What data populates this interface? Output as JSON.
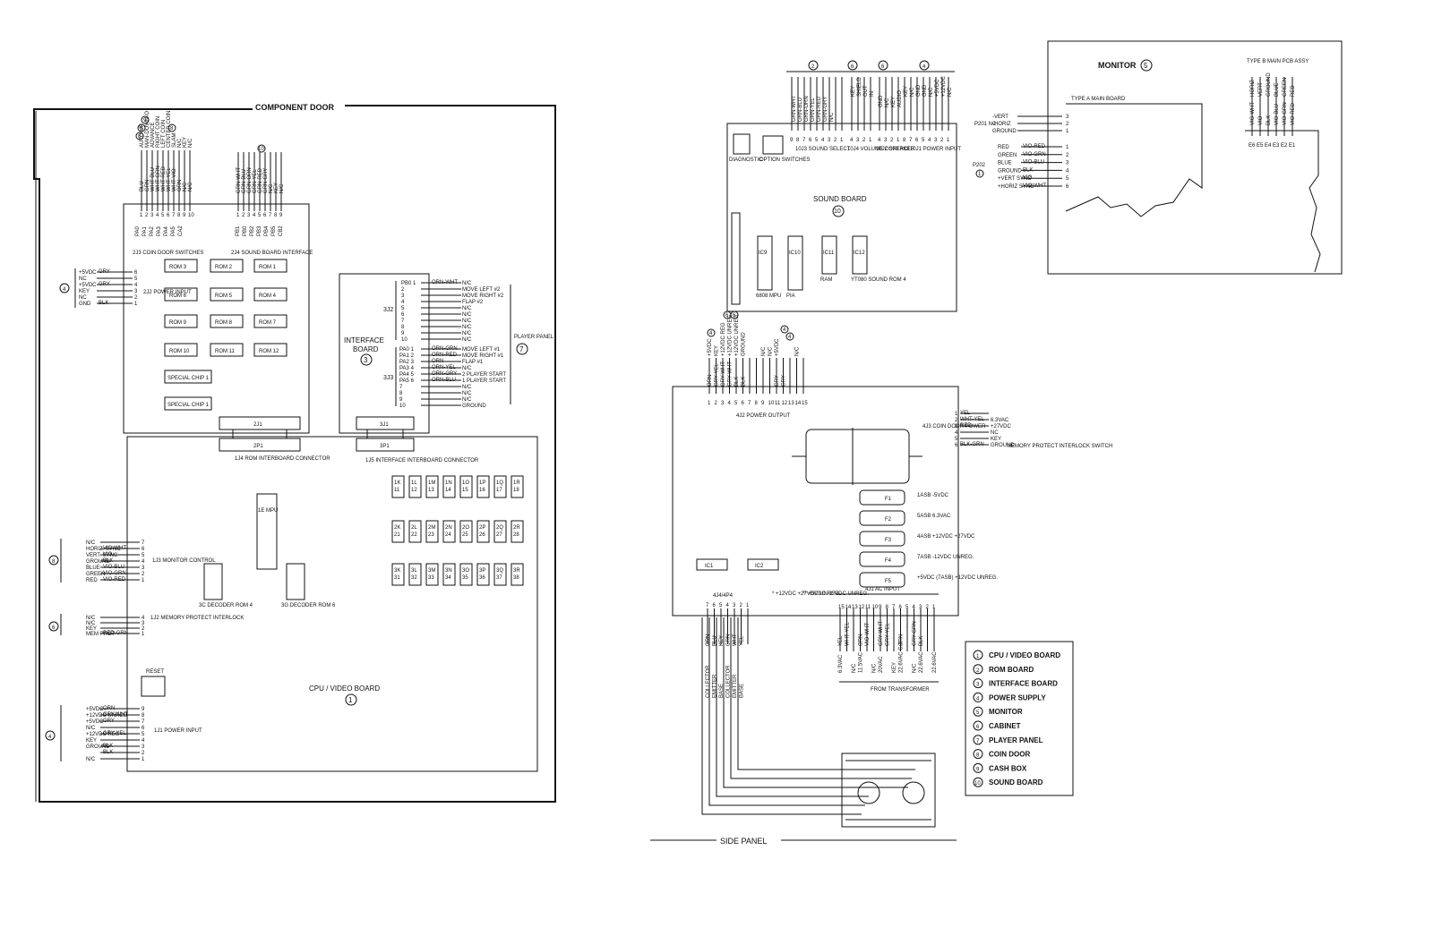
{
  "titles": {
    "component_door": "COMPONENT DOOR",
    "side_panel": "SIDE PANEL",
    "monitor": "MONITOR",
    "monitor_num": "5",
    "type_a": "TYPE A MAIN BOARD",
    "type_b": "TYPE B MAIN PCB ASSY",
    "sound_board": "SOUND BOARD",
    "sound_board_num": "10",
    "cpu_video_board": "CPU / VIDEO BOARD",
    "cpu_num": "1",
    "interface_board_1": "INTERFACE",
    "interface_board_2": "BOARD",
    "interface_num": "3",
    "player_panel": "PLAYER PANEL",
    "player_panel_num": "7",
    "from_transformer": "FROM TRANSFORMER",
    "reset": "RESET"
  },
  "rom_board": {
    "chips": [
      "ROM 3",
      "ROM 2",
      "ROM 1",
      "ROM 6",
      "ROM 5",
      "ROM 4",
      "ROM 9",
      "ROM 8",
      "ROM 7",
      "ROM 10",
      "ROM 11",
      "ROM 12"
    ],
    "special": [
      "SPECIAL CHIP 1",
      "SPECIAL CHIP 1"
    ],
    "j3_label": "2J3 COIN DOOR SWITCHES",
    "j4_label": "2J4 SOUND BOARD INTERFACE",
    "j2_label": "2J2 POWER INPUT",
    "j1": "2J1",
    "p1": "2P1",
    "pa_pins": [
      "PA0",
      "PA1",
      "PA2",
      "PA3",
      "PA4",
      "PA5",
      "CA2"
    ],
    "pb_pins": [
      "PB1",
      "PB0",
      "PB2",
      "PB3",
      "PB4",
      "PB5",
      "CB2"
    ],
    "coin_wires": [
      "BLU",
      "GRN",
      "WHT-BLU",
      "WHT-GRN",
      "WHT-RED",
      "WHT-YEL",
      "WHT-VIO",
      "ORN",
      "N/C",
      "N/C"
    ],
    "coin_signals": [
      "AUTO-UP",
      "MAN-DOWN-O",
      "ADVANCE",
      "RIGHT COIN",
      "LEFT COIN",
      "CENTER COIN",
      "SLAM",
      "N/C",
      "KEY",
      "N/C"
    ],
    "pins_10": [
      "1",
      "2",
      "3",
      "4",
      "5",
      "6",
      "7",
      "8",
      "9",
      "10"
    ],
    "sound_wires": [
      "GRN-WHT",
      "GRN-BLU",
      "GRN-ORN",
      "GRN-YEL",
      "GRN-RED",
      "GRN-GRY",
      "N/C",
      "KEY",
      "N/C"
    ],
    "pins_9": [
      "1",
      "2",
      "3",
      "4",
      "5",
      "6",
      "7",
      "8",
      "9"
    ],
    "power_rows": [
      {
        "sig": "+5VDC",
        "wire": "GRY",
        "pin": "6"
      },
      {
        "sig": "NC",
        "wire": "",
        "pin": "5"
      },
      {
        "sig": "+5VDC",
        "wire": "GRY",
        "pin": "4"
      },
      {
        "sig": "KEY",
        "wire": "",
        "pin": "3"
      },
      {
        "sig": "NC",
        "wire": "",
        "pin": "2"
      },
      {
        "sig": "GND",
        "wire": "BLK",
        "pin": "1"
      }
    ]
  },
  "interface": {
    "j2": "3J2",
    "j3": "3J3",
    "j1": "3J1",
    "p1": "3P1",
    "j2_rows": [
      {
        "pin": "PB0 1",
        "wire": "ORN-WHT",
        "sig": "N/C"
      },
      {
        "pin": "2",
        "wire": "",
        "sig": "MOVE LEFT #2"
      },
      {
        "pin": "3",
        "wire": "",
        "sig": "MOVE RIGHT #2"
      },
      {
        "pin": "4",
        "wire": "",
        "sig": "FLAP #2"
      },
      {
        "pin": "5",
        "wire": "",
        "sig": "N/C"
      },
      {
        "pin": "6",
        "wire": "",
        "sig": "N/C"
      },
      {
        "pin": "7",
        "wire": "",
        "sig": "N/C"
      },
      {
        "pin": "8",
        "wire": "",
        "sig": "N/C"
      },
      {
        "pin": "9",
        "wire": "",
        "sig": "N/C"
      },
      {
        "pin": "10",
        "wire": "",
        "sig": "N/C"
      }
    ],
    "j3_rows": [
      {
        "pin": "PA0 1",
        "wire": "ORN-GRN",
        "sig": "MOVE LEFT #1"
      },
      {
        "pin": "PA1 2",
        "wire": "ORN-RED",
        "sig": "MOVE RIGHT #1"
      },
      {
        "pin": "PA2 3",
        "wire": "ORN",
        "sig": "FLAP #1"
      },
      {
        "pin": "PA3 4",
        "wire": "ORN-YEL",
        "sig": "N/C"
      },
      {
        "pin": "PA4 5",
        "wire": "ORN-GRY",
        "sig": "2 PLAYER START"
      },
      {
        "pin": "PA5 6",
        "wire": "ORN-BLU",
        "sig": "1 PLAYER START"
      },
      {
        "pin": "7",
        "wire": "",
        "sig": "N/C"
      },
      {
        "pin": "8",
        "wire": "",
        "sig": "N/C"
      },
      {
        "pin": "9",
        "wire": "",
        "sig": "N/C"
      },
      {
        "pin": "10",
        "wire": "",
        "sig": "GROUND"
      }
    ]
  },
  "cpu": {
    "j4_label": "1J4 ROM INTERBOARD CONNECTOR",
    "j5_label": "1J5 INTERFACE INTERBOARD CONNECTOR",
    "mpu": "1E MPU",
    "decoders": [
      "3C DECODER ROM 4",
      "3G DECODER ROM 6"
    ],
    "ram_row1": [
      "1K 11",
      "1L 12",
      "1M 13",
      "1N 14",
      "1O 15",
      "1P 16",
      "1Q 17",
      "1R 18"
    ],
    "ram_row2": [
      "2K 21",
      "2L 22",
      "2M 23",
      "2N 24",
      "2O 25",
      "2P 26",
      "2Q 27",
      "2R 28"
    ],
    "ram_row3": [
      "3K 31",
      "3L 32",
      "3M 33",
      "3N 34",
      "3O 35",
      "3P 36",
      "3Q 37",
      "3R 38"
    ],
    "j3_label": "1J3 MONITOR CONTROL",
    "j3_rows": [
      {
        "sig": "N/C",
        "wire": "",
        "pin": "7"
      },
      {
        "sig": "HORIZ. SYNC",
        "wire": "VIO-WHT",
        "pin": "6"
      },
      {
        "sig": "VERT. SYNC",
        "wire": "VIO",
        "pin": "5"
      },
      {
        "sig": "GROUND",
        "wire": "BLK",
        "pin": "4"
      },
      {
        "sig": "BLUE",
        "wire": "VIO-BLU",
        "pin": "3"
      },
      {
        "sig": "GREEN",
        "wire": "VIO-GRN",
        "pin": "2"
      },
      {
        "sig": "RED",
        "wire": "VIO-RED",
        "pin": "1"
      }
    ],
    "j2_label": "1J2 MEMORY PROTECT INTERLOCK",
    "j2_rows": [
      {
        "sig": "N/C",
        "wire": "",
        "pin": "4"
      },
      {
        "sig": "N/C",
        "wire": "",
        "pin": "3"
      },
      {
        "sig": "KEY",
        "wire": "",
        "pin": "2"
      },
      {
        "sig": "MEM PROT",
        "wire": "RED-GRN",
        "pin": "1"
      }
    ],
    "j1_label": "1J1 POWER INPUT",
    "j1_rows": [
      {
        "sig": "+5VDC",
        "wire": "ORN",
        "pin": "9"
      },
      {
        "sig": "+12VDC UNREG",
        "wire": "GRY-WHT",
        "pin": "8"
      },
      {
        "sig": "+5VDC",
        "wire": "GRY",
        "pin": "7"
      },
      {
        "sig": "N/C",
        "wire": "",
        "pin": "6"
      },
      {
        "sig": "+12VDC REG",
        "wire": "GRY-YEL",
        "pin": "5"
      },
      {
        "sig": "KEY",
        "wire": "",
        "pin": "4"
      },
      {
        "sig": "GROUND",
        "wire": "BLK",
        "pin": "3"
      },
      {
        "sig": "",
        "wire": "BLK",
        "pin": "2"
      },
      {
        "sig": "N/C",
        "wire": "",
        "pin": "1"
      }
    ]
  },
  "sound": {
    "diagnostic": "DIAGNOSTIC",
    "option": "OPTION SWITCHES",
    "j3_label": "10J3 SOUND SELECT",
    "j4_label": "10J4 VOLUME CONTROL",
    "j2_label": "10J2 SPEAKER",
    "j1_label": "10J1 POWER INPUT",
    "j3_wires": [
      "GRN-WHT",
      "GRN-BLU",
      "GRN-ORN",
      "GRN-YEL",
      "GRN-RED",
      "GRN-GRY",
      "N/C"
    ],
    "j3_pins": [
      "9",
      "8",
      "7",
      "6",
      "5",
      "4",
      "3",
      "2",
      "1"
    ],
    "j4_pins": [
      "4",
      "3",
      "2",
      "1"
    ],
    "j2_pins": [
      "4",
      "3",
      "2",
      "1"
    ],
    "j1_pins": [
      "8",
      "7",
      "6",
      "5",
      "4",
      "3",
      "2",
      "1"
    ],
    "j4_sigs": [
      "KEY",
      "SHIELD",
      "OUT",
      "IN"
    ],
    "j2_sigs": [
      "GND",
      "N/C",
      "KEY",
      "AUDIO"
    ],
    "j1_sigs": [
      "KEY",
      "N/C",
      "GND",
      "GND",
      "N/C",
      "+5VDC",
      "+12VDC",
      "N/C"
    ],
    "chips": [
      "IC9 6808 MPU",
      "IC10 PIA",
      "IC11 RAM",
      "IC12 YT080 SOUND ROM 4"
    ]
  },
  "monitor_conn": {
    "p201": "P201 NC",
    "p201_rows": [
      {
        "sig": "-VERT",
        "pin": "3"
      },
      {
        "sig": "-HORIZ",
        "pin": "2"
      },
      {
        "sig": "GROUND",
        "pin": "1"
      }
    ],
    "p202": "P202",
    "p202_rows": [
      {
        "sig": "RED",
        "wire": "VIO-RED",
        "pin": "1"
      },
      {
        "sig": "GREEN",
        "wire": "VIO-GRN",
        "pin": "2"
      },
      {
        "sig": "BLUE",
        "wire": "VIO-BLU",
        "pin": "3"
      },
      {
        "sig": "GROUND",
        "wire": "BLK",
        "pin": "4"
      },
      {
        "sig": "+VERT SYNC",
        "wire": "VIO",
        "pin": "5"
      },
      {
        "sig": "+HORIZ SYNC",
        "wire": "VIO-WHT",
        "pin": "6"
      }
    ],
    "type_b_wires": [
      "VIO-WHT",
      "VIO",
      "BLK",
      "VIO-BLU",
      "VIO-GRN",
      "VIO-RED"
    ],
    "type_b_sigs": [
      "HORIZ",
      "VERT",
      "GROUND",
      "BLUE",
      "GREEN",
      "RED"
    ],
    "type_b_pins": "E6 E5 E4 E3 E2 E1"
  },
  "power_supply": {
    "j2_label": "4J2 POWER OUTPUT",
    "j2_pins": [
      "1",
      "2",
      "3",
      "4",
      "5",
      "6",
      "7",
      "8",
      "9",
      "10",
      "11",
      "12",
      "13",
      "14",
      "15"
    ],
    "j2_wires": [
      "ORN",
      "GRY-YEL",
      "GRY-WHT",
      "GRY-WHT",
      "BLK",
      "BLK",
      "",
      "",
      "",
      "",
      "GRY",
      "GRY",
      "",
      "",
      ""
    ],
    "j2_sigs": [
      "+5VDC",
      "KEY",
      "+12VDC REG",
      "+12VDC UNREG",
      "+12VDC UNREG",
      "GROUND",
      "",
      "",
      "N/C",
      "N/C",
      "+5VDC",
      "",
      "",
      "N/C",
      ""
    ],
    "j3_label": "4J3 COIN DOOR POWER",
    "j3_rows": [
      {
        "pin": "1",
        "wire": "YEL",
        "sig": ""
      },
      {
        "pin": "2",
        "wire": "WHT-YEL",
        "sig": "6.3VAC"
      },
      {
        "pin": "3",
        "wire": "RED",
        "sig": "+27VDC"
      },
      {
        "pin": "4",
        "wire": "",
        "sig": "NC"
      },
      {
        "pin": "5",
        "wire": "",
        "sig": "KEY"
      },
      {
        "pin": "6",
        "wire": "BLK-GRN",
        "sig": "GROUND"
      }
    ],
    "interlock": "MEMORY PROTECT INTERLOCK SWITCH",
    "fuses": [
      {
        "name": "F1",
        "rating": "1ASB -5VDC"
      },
      {
        "name": "F2",
        "rating": "5ASB 6.3VAC"
      },
      {
        "name": "F3",
        "rating": "4ASB +12VDC +27VDC"
      },
      {
        "name": "F4",
        "rating": "7ASB -12VDC UNREG."
      },
      {
        "name": "F5",
        "rating": "+5VDC (7ASB) +12VDC UNREG."
      }
    ],
    "ics": [
      "IC1",
      "IC2"
    ],
    "j4_label": "4J4/4P4",
    "j4_pins": [
      "7",
      "6",
      "5",
      "4",
      "3",
      "2",
      "1"
    ],
    "j4_wires": [
      "ORN",
      "BLU",
      "KEY",
      "GRN",
      "WHT",
      "YEL"
    ],
    "j4_sigs": [
      "COLLECTOR",
      "EMITTER",
      "BASE",
      "COLLECTOR",
      "EMITTER",
      "BASE"
    ],
    "note1": "* +12VDC +27VDC UNREG.",
    "note2": "** +5VDC -12VDC UNREG.",
    "j1_label": "4J1 AC INPUT",
    "j1_pins": [
      "15",
      "14",
      "13",
      "12",
      "11",
      "10",
      "9",
      "8",
      "7",
      "6",
      "5",
      "4",
      "3",
      "2",
      "1"
    ],
    "j1_wires": [
      "YEL",
      "WHT-YEL",
      "",
      "ORN",
      "VIO-WHT",
      "",
      "GRY-WHT",
      "GRY-YEL",
      "",
      "ORN",
      "",
      "GRY-GRN",
      "BLK"
    ],
    "j1_sigs": [
      "6.3VAC",
      "",
      "N/C",
      "11.5VAC",
      "",
      "N/C",
      "20VAC",
      "",
      "KEY",
      "22.6VAC C.T.",
      "",
      "N/C",
      "22.6VAC",
      "",
      "22.6VAC"
    ]
  },
  "legend": [
    {
      "num": "1",
      "label": "CPU / VIDEO BOARD"
    },
    {
      "num": "2",
      "label": "ROM BOARD"
    },
    {
      "num": "3",
      "label": "INTERFACE BOARD"
    },
    {
      "num": "4",
      "label": "POWER SUPPLY"
    },
    {
      "num": "5",
      "label": "MONITOR"
    },
    {
      "num": "6",
      "label": "CABINET"
    },
    {
      "num": "7",
      "label": "PLAYER PANEL"
    },
    {
      "num": "8",
      "label": "COIN DOOR"
    },
    {
      "num": "9",
      "label": "CASH BOX"
    },
    {
      "num": "10",
      "label": "SOUND BOARD"
    }
  ]
}
